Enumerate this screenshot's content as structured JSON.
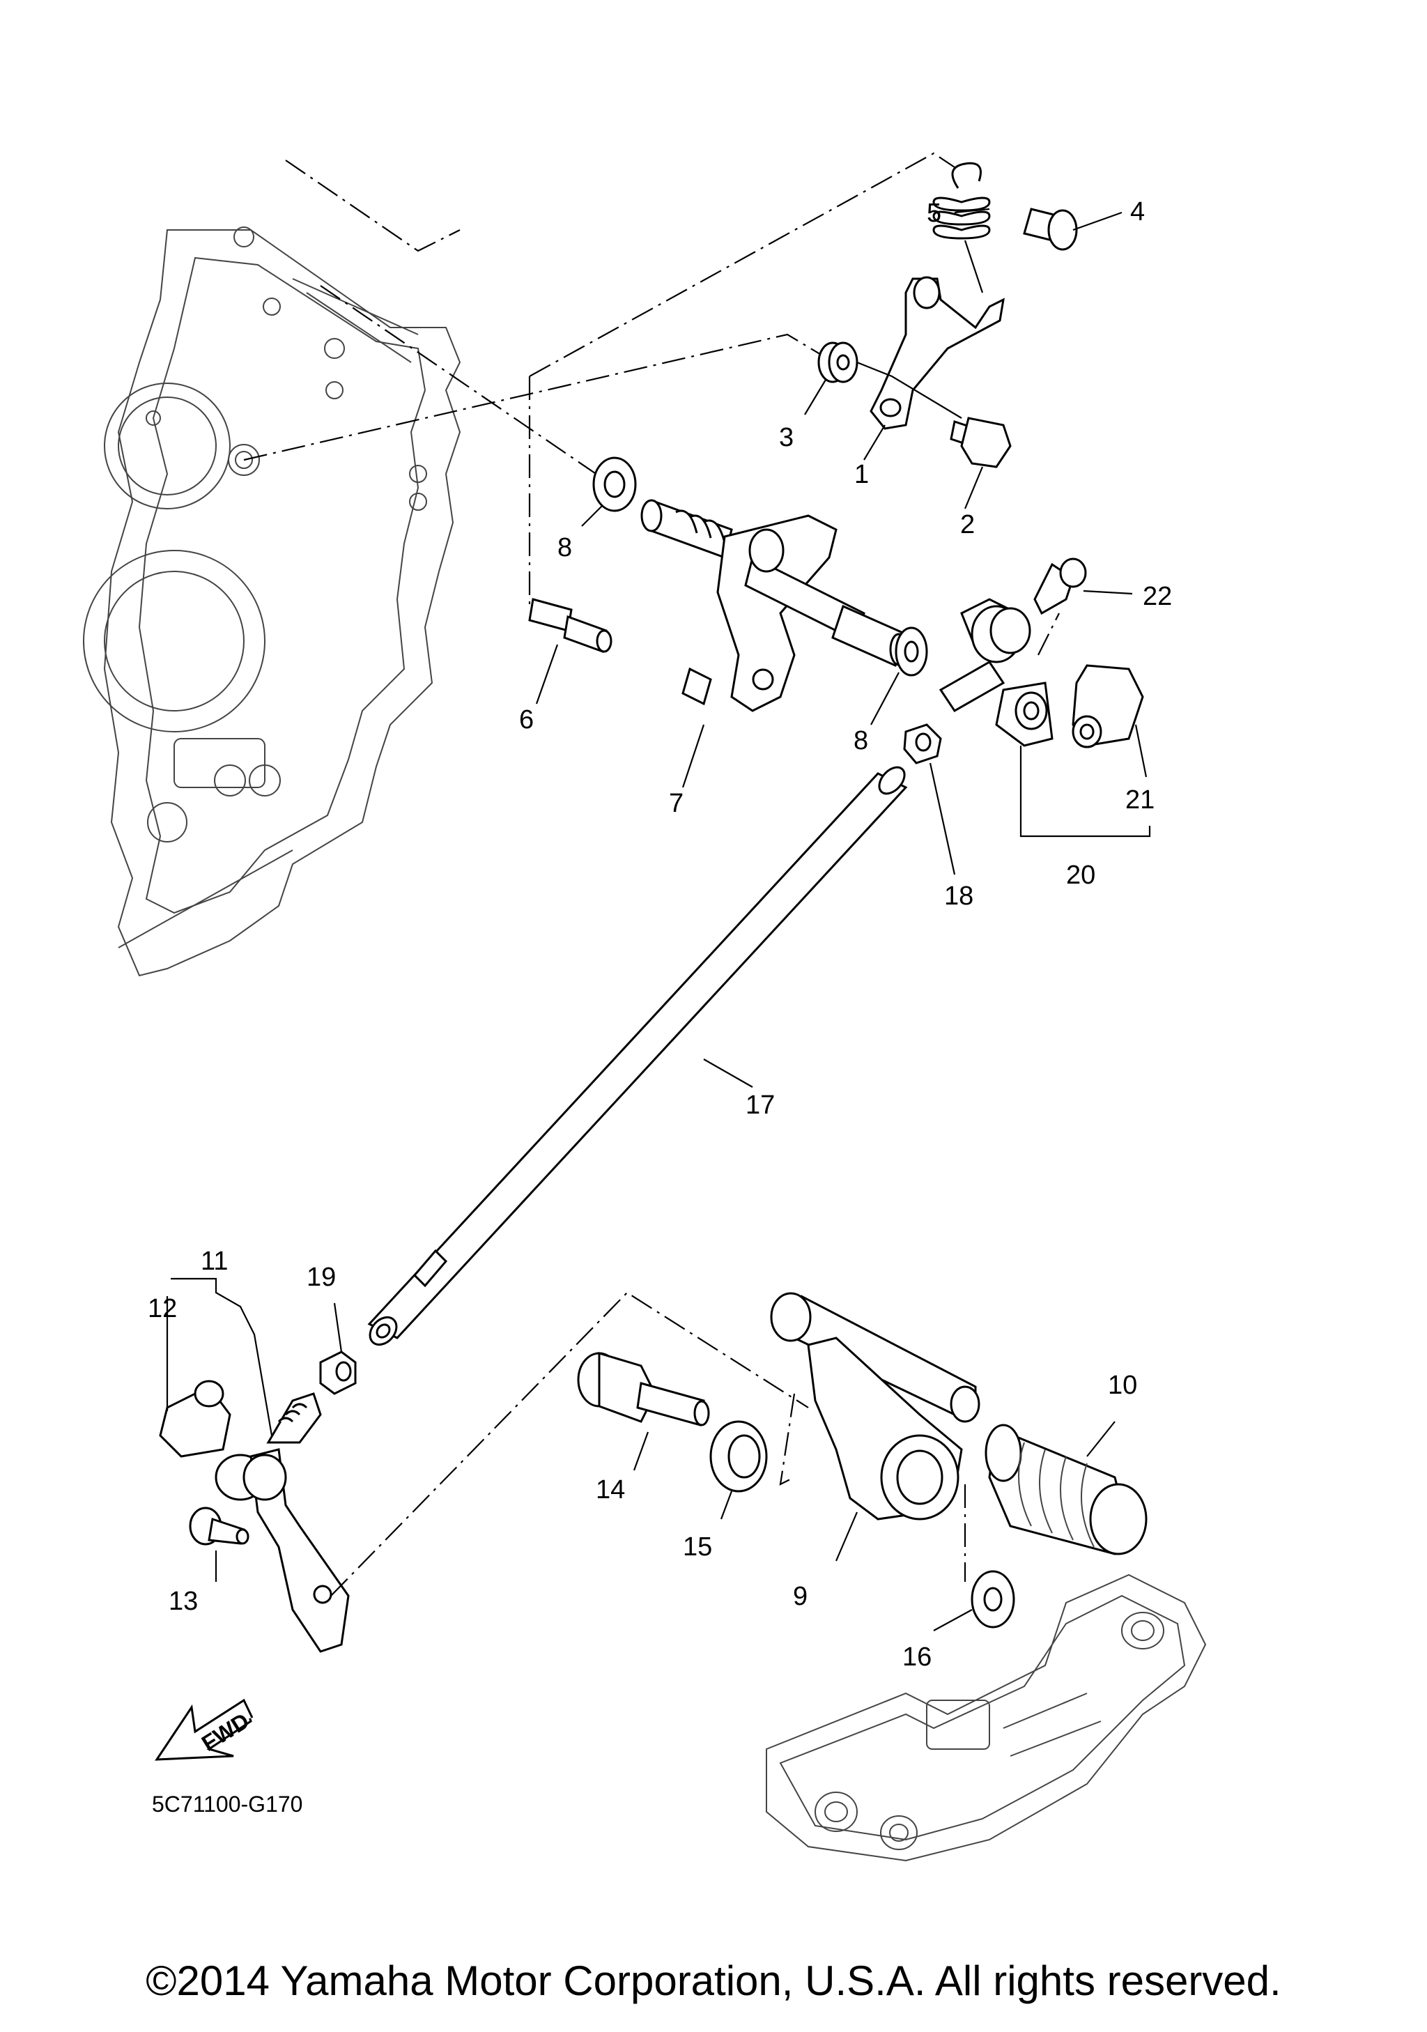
{
  "diagram": {
    "callouts": [
      "1",
      "2",
      "3",
      "4",
      "5",
      "6",
      "7",
      "8",
      "8",
      "9",
      "10",
      "11",
      "12",
      "13",
      "14",
      "15",
      "16",
      "17",
      "18",
      "19",
      "20",
      "21",
      "22"
    ],
    "fwd_marker": "FWD",
    "drawing_code": "5C71100-G170"
  },
  "footer": {
    "copyright": "©2014 Yamaha Motor Corporation, U.S.A. All rights reserved."
  }
}
